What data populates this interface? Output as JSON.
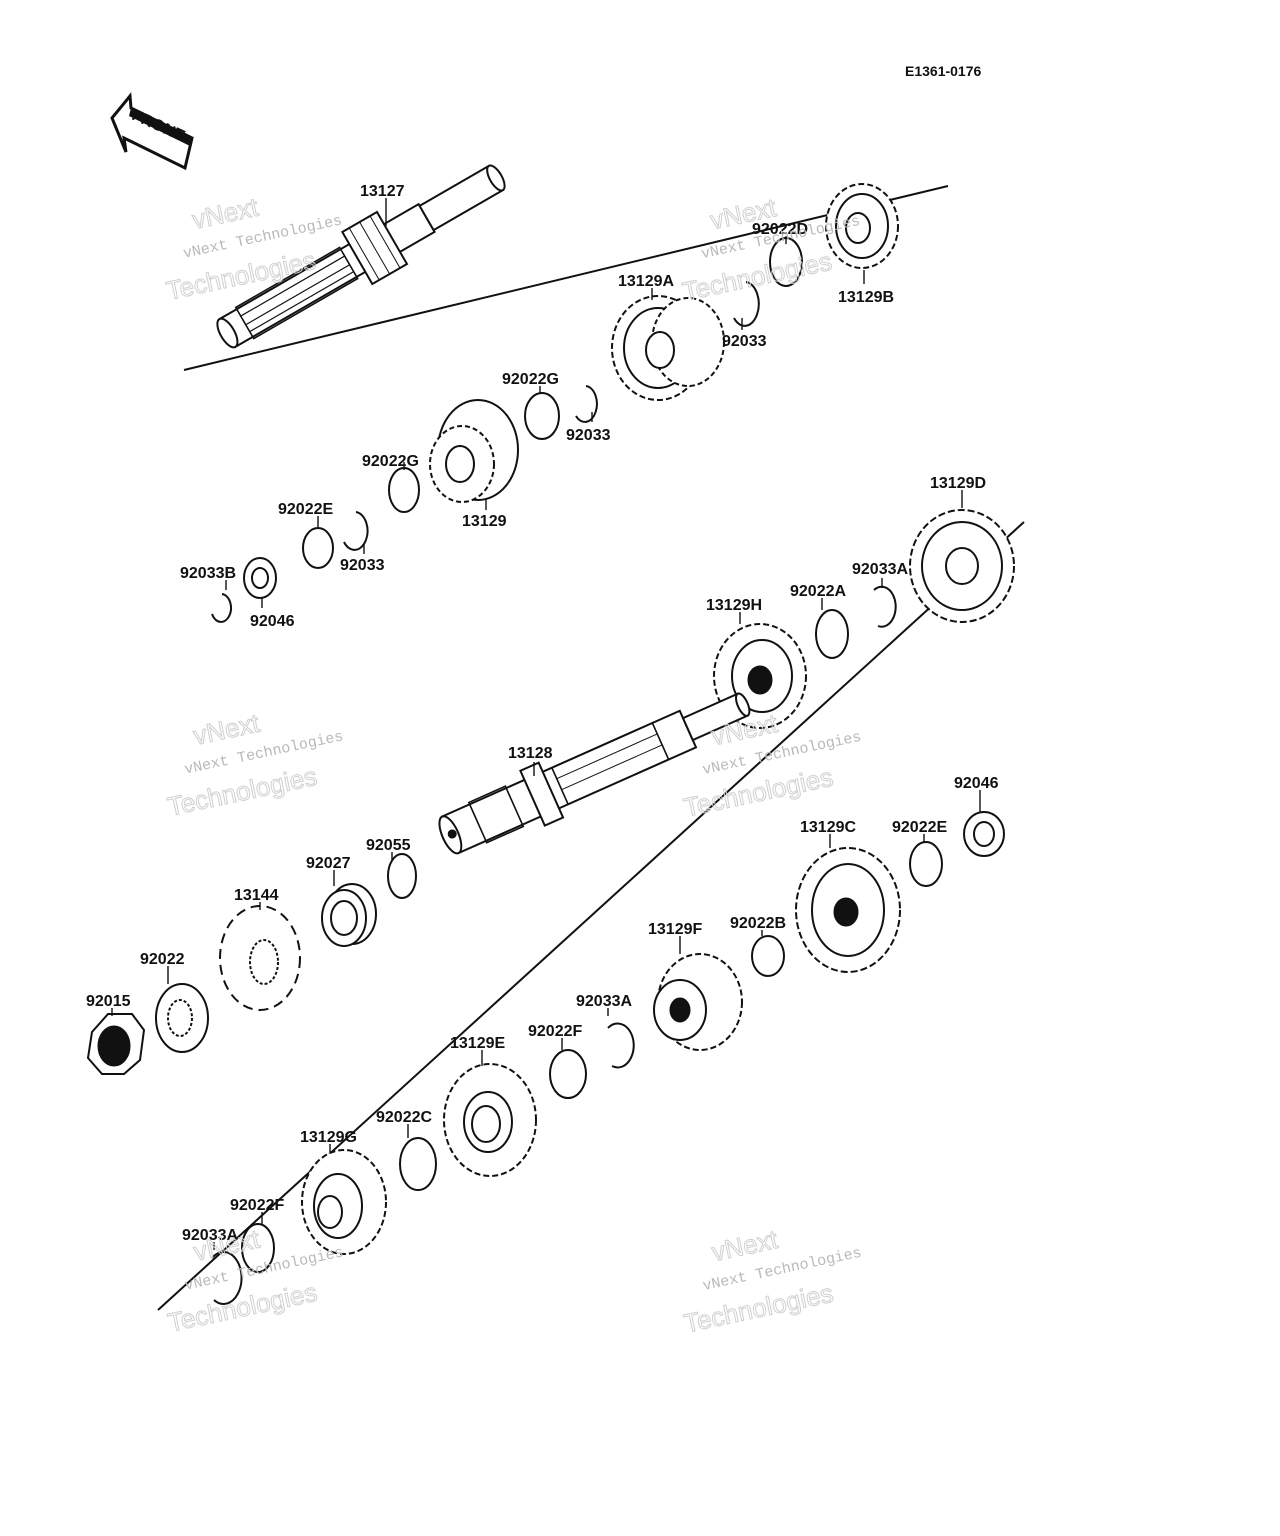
{
  "diagram_code": "E1361-0176",
  "front_label": "FRONT",
  "parts": [
    {
      "id": "13127"
    },
    {
      "id": "13129A"
    },
    {
      "id": "92022D"
    },
    {
      "id": "13129B"
    },
    {
      "id": "92033"
    },
    {
      "id": "92022G"
    },
    {
      "id": "13129"
    },
    {
      "id": "92022E"
    },
    {
      "id": "92033B"
    },
    {
      "id": "92046"
    },
    {
      "id": "13129D"
    },
    {
      "id": "13129H"
    },
    {
      "id": "92022A"
    },
    {
      "id": "92033A"
    },
    {
      "id": "13128"
    },
    {
      "id": "92055"
    },
    {
      "id": "92027"
    },
    {
      "id": "13144"
    },
    {
      "id": "92022"
    },
    {
      "id": "92015"
    },
    {
      "id": "13129C"
    },
    {
      "id": "13129F"
    },
    {
      "id": "92022B"
    },
    {
      "id": "13129E"
    },
    {
      "id": "92022F"
    },
    {
      "id": "92022C"
    },
    {
      "id": "13129G"
    }
  ],
  "callouts": [
    {
      "text": "13127"
    },
    {
      "text": "92022D"
    },
    {
      "text": "13129A"
    },
    {
      "text": "13129B"
    },
    {
      "text": "92033"
    },
    {
      "text": "92022G"
    },
    {
      "text": "92033"
    },
    {
      "text": "92022G"
    },
    {
      "text": "13129"
    },
    {
      "text": "92022E"
    },
    {
      "text": "92033"
    },
    {
      "text": "92033B"
    },
    {
      "text": "92046"
    },
    {
      "text": "13129D"
    },
    {
      "text": "13129H"
    },
    {
      "text": "92022A"
    },
    {
      "text": "92033A"
    },
    {
      "text": "13128"
    },
    {
      "text": "92055"
    },
    {
      "text": "92027"
    },
    {
      "text": "13144"
    },
    {
      "text": "92022"
    },
    {
      "text": "92015"
    },
    {
      "text": "92046"
    },
    {
      "text": "13129C"
    },
    {
      "text": "92022E"
    },
    {
      "text": "13129F"
    },
    {
      "text": "92022B"
    },
    {
      "text": "92033A"
    },
    {
      "text": "92022F"
    },
    {
      "text": "13129E"
    },
    {
      "text": "92022C"
    },
    {
      "text": "13129G"
    },
    {
      "text": "92022F"
    },
    {
      "text": "92033A"
    }
  ],
  "watermark": {
    "line1": "vNext",
    "line2": "vNext Technologies",
    "line3": "Technologies"
  }
}
